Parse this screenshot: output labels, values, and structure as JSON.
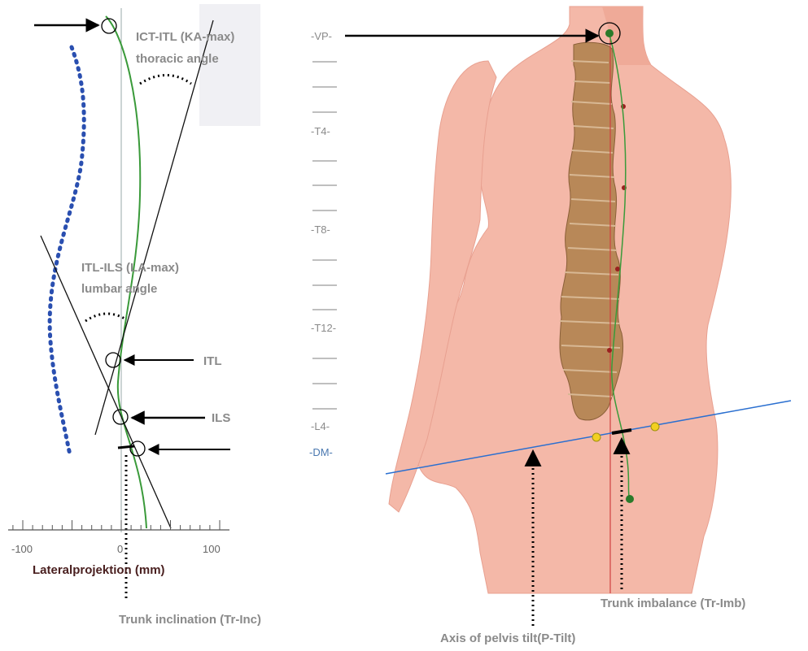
{
  "left_panel": {
    "thoracic_label_1": "ICT-ITL (KA-max)",
    "thoracic_label_2": "thoracic angle",
    "lumbar_label_1": "ITL-ILS (LA-max)",
    "lumbar_label_2": "lumbar angle",
    "itl": "ITL",
    "ils": "ILS",
    "axis_ticks": [
      "-100",
      "0",
      "100"
    ],
    "axis_label": "Lateralprojektion (mm)",
    "trunk_inclination": "Trunk inclination (Tr-Inc)"
  },
  "vertebra_levels": [
    "-VP-",
    "-T4-",
    "-T8-",
    "-T12-",
    "-L4-",
    "-DM-"
  ],
  "right_panel": {
    "pelvis_tilt": "Axis of pelvis tilt(P-Tilt)",
    "trunk_imbalance": "Trunk imbalance (Tr-Imb)"
  },
  "colors": {
    "skin": "#f4b8a8",
    "spine": "#b07a4a",
    "green_line": "#3a9a3a",
    "blue_dots": "#2a4fb0",
    "pelvis_line": "#2a6fd0",
    "red_line": "#d04040"
  }
}
